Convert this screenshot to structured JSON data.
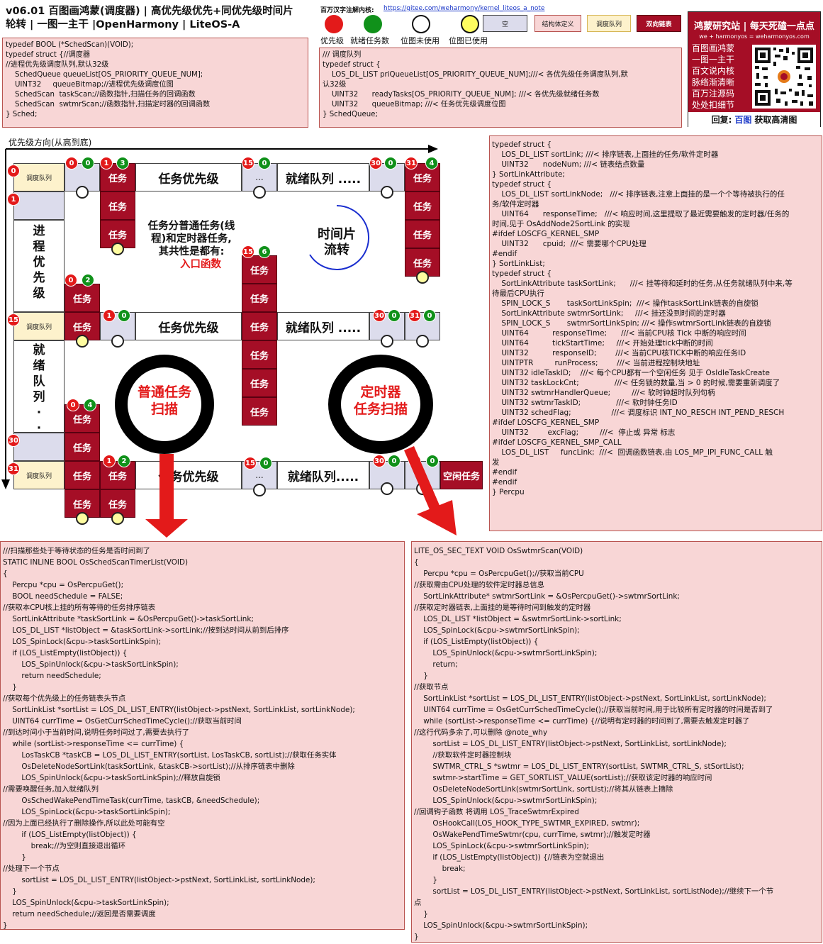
{
  "header": {
    "title_line1": "v06.01 百图画鸿蒙(调度器) | 高优先级优先+同优先级时间片",
    "title_line2": "轮转  | 一图一主干 |OpenHarmony | LiteOS-A",
    "annot_label": "百万汉字注解内核:",
    "annot_url": "https://gitee.com/weharmony/kernel_liteos_a_note"
  },
  "legend": {
    "items": [
      "优先级",
      "就绪任务数",
      "位图未使用",
      "位图已使用"
    ],
    "empty": "空",
    "struct_def": "结构体定义",
    "sched_queue": "调度队列",
    "dlist": "双向链表"
  },
  "site": {
    "title": "鸿蒙研究站 | 每天死磕一点点",
    "sub": "we + harmonyos = weharmonyos.com",
    "lines": [
      "百图画鸿蒙",
      "一图一主干",
      "百文说内核",
      "脉络渐清晰",
      "百万注源码",
      "处处扣细节"
    ],
    "reply_prefix": "回复:",
    "reply_key": "百图",
    "reply_suffix": "获取高清图"
  },
  "code": {
    "sched": "typedef BOOL (*SchedScan)(VOID);\ntypedef struct {//调度器\n//进程优先级调度队列,默认32级\n    SchedQueue queueList[OS_PRIORITY_QUEUE_NUM];\n    UINT32     queueBitmap;//进程优先级调度位图\n    SchedScan  taskScan;//函数指针,扫描任务的回调函数\n    SchedScan  swtmrScan;//函数指针,扫描定时器的回调函数\n} Sched;",
    "schedqueue": "/// 调度队列\ntypedef struct {\n    LOS_DL_LIST priQueueList[OS_PRIORITY_QUEUE_NUM];///< 各优先级任务调度队列,默\n认32级\n    UINT32      readyTasks[OS_PRIORITY_QUEUE_NUM]; ///< 各优先级就绪任务数\n    UINT32      queueBitmap; ///< 任务优先级调度位图\n} SchedQueue;",
    "percpu": "typedef struct {\n    LOS_DL_LIST sortLink; ///< 排序链表,上面挂的任务/软件定时器\n    UINT32      nodeNum; ///< 链表结点数量\n} SortLinkAttribute;\ntypedef struct {\n    LOS_DL_LIST sortLinkNode;   ///< 排序链表,注意上面挂的是一个个等待被执行的任\n务/软件定时器\n    UINT64      responseTime;   ///< 响应时间,这里提取了最近需要触发的定时器/任务的\n时间,见于 OsAddNode2SortLink 的实现\n#ifdef LOSCFG_KERNEL_SMP\n    UINT32      cpuid;  ///< 需要哪个CPU处理\n#endif\n} SortLinkList;\ntypedef struct {\n    SortLinkAttribute taskSortLink;      ///< 挂等待和延时的任务,从任务就绪队列中来,等\n待最后CPU执行\n    SPIN_LOCK_S       taskSortLinkSpin;  ///< 操作taskSortLink链表的自旋锁\n    SortLinkAttribute swtmrSortLink;     ///< 挂还没到时间的定时器\n    SPIN_LOCK_S       swtmrSortLinkSpin; ///< 操作swtmrSortLink链表的自旋锁\n    UINT64          responseTime;      ///< 当前CPU核 Tick 中断的响应时间\n    UINT64          tickStartTime;     ///< 开始处理tick中断的时间\n    UINT32          responseID;        ///< 当前CPU核TICK中断的响应任务ID\n    UINTPTR         runProcess;        ///< 当前进程控制块地址\n    UINT32 idleTaskID;    ///< 每个CPU都有一个空闲任务 见于 OsIdleTaskCreate\n    UINT32 taskLockCnt;               ///< 任务锁的数量,当 > 0 的时候,需要重新调度了\n    UINT32 swtmrHandlerQueue;         ///< 软时钟超时队列句柄\n    UINT32 swtmrTaskID;               ///< 软时钟任务ID\n    UINT32 schedFlag;                 ///< 调度标识 INT_NO_RESCH INT_PEND_RESCH\n#ifdef LOSCFG_KERNEL_SMP\n    UINT32        excFlag;         ///<  停止或 异常 标志\n#ifdef LOSCFG_KERNEL_SMP_CALL\n    LOS_DL_LIST     funcLink;  ///<  回调函数链表,由 LOS_MP_IPI_FUNC_CALL 触\n发\n#endif\n#endif\n} Percpu",
    "scan_timer": "///扫描那些处于等待状态的任务是否时间到了\nSTATIC INLINE BOOL OsSchedScanTimerList(VOID)\n{\n    Percpu *cpu = OsPercpuGet();\n    BOOL needSchedule = FALSE;\n//获取本CPU核上挂的所有等待的任务排序链表\n    SortLinkAttribute *taskSortLink = &OsPercpuGet()->taskSortLink;\n    LOS_DL_LIST *listObject = &taskSortLink->sortLink;//按到达时间从前到后排序\n    LOS_SpinLock(&cpu->taskSortLinkSpin);\n    if (LOS_ListEmpty(listObject)) {\n        LOS_SpinUnlock(&cpu->taskSortLinkSpin);\n        return needSchedule;\n    }\n//获取每个优先级上的任务链表头节点\n    SortLinkList *sortList = LOS_DL_LIST_ENTRY(listObject->pstNext, SortLinkList, sortLinkNode);\n    UINT64 currTime = OsGetCurrSchedTimeCycle();//获取当前时间\n//到达时间小于当前时间,说明任务时间过了,需要去执行了\n    while (sortList->responseTime <= currTime) {\n        LosTaskCB *taskCB = LOS_DL_LIST_ENTRY(sortList, LosTaskCB, sortList);//获取任务实体\n        OsDeleteNodeSortLink(taskSortLink, &taskCB->sortList);//从排序链表中删除\n        LOS_SpinUnlock(&cpu->taskSortLinkSpin);//释放自旋锁\n//需要唤醒任务,加入就绪队列\n        OsSchedWakePendTimeTask(currTime, taskCB, &needSchedule);\n        LOS_SpinLock(&cpu->taskSortLinkSpin);\n//因为上面已经执行了删除操作,所以此处可能有空\n        if (LOS_ListEmpty(listObject)) {\n            break;//为空则直接退出循环\n        }\n//处理下一个节点\n        sortList = LOS_DL_LIST_ENTRY(listObject->pstNext, SortLinkList, sortLinkNode);\n    }\n    LOS_SpinUnlock(&cpu->taskSortLinkSpin);\n    return needSchedule;//返回是否需要调度\n}",
    "swtmr_scan": "LITE_OS_SEC_TEXT VOID OsSwtmrScan(VOID)\n{\n    Percpu *cpu = OsPercpuGet();//获取当前CPU\n//获取需由CPU处理的软件定时器总信息\n    SortLinkAttribute* swtmrSortLink = &OsPercpuGet()->swtmrSortLink;\n//获取定时器链表,上面挂的是等待时间到触发的定时器\n    LOS_DL_LIST *listObject = &swtmrSortLink->sortLink;\n    LOS_SpinLock(&cpu->swtmrSortLinkSpin);\n    if (LOS_ListEmpty(listObject)) {\n        LOS_SpinUnlock(&cpu->swtmrSortLinkSpin);\n        return;\n    }\n//获取节点\n    SortLinkList *sortList = LOS_DL_LIST_ENTRY(listObject->pstNext, SortLinkList, sortLinkNode);\n    UINT64 currTime = OsGetCurrSchedTimeCycle();//获取当前时间,用于比较所有定时器的时间是否到了\n    while (sortList->responseTime <= currTime) {//说明有定时器的时间到了,需要去触发定时器了\n//这行代码多余了,可以删除 @note_why\n        sortList = LOS_DL_LIST_ENTRY(listObject->pstNext, SortLinkList, sortLinkNode);\n        //获取软件定时器控制块\n        SWTMR_CTRL_S *swtmr = LOS_DL_LIST_ENTRY(sortList, SWTMR_CTRL_S, stSortList);\n        swtmr->startTime = GET_SORTLIST_VALUE(sortList);//获取该定时器的响应时间\n        OsDeleteNodeSortLink(swtmrSortLink, sortList);//将其从链表上摘除\n        LOS_SpinUnlock(&cpu->swtmrSortLinkSpin);\n//回调钩子函数 将调用 LOS_TraceSwtmrExpired\n        OsHookCall(LOS_HOOK_TYPE_SWTMR_EXPIRED, swtmr);\n        OsWakePendTimeSwtmr(cpu, currTime, swtmr);//触发定时器\n        LOS_SpinLock(&cpu->swtmrSortLinkSpin);\n        if (LOS_ListEmpty(listObject)) {//链表为空就退出\n            break;\n        }\n        sortList = LOS_DL_LIST_ENTRY(listObject->pstNext, SortLinkList, sortListNode);//继续下一个节\n点\n    }\n    LOS_SpinUnlock(&cpu->swtmrSortLinkSpin);\n}"
  },
  "diagram": {
    "axis_label": "优先级方向(从高到底)",
    "sched_queue": "调度队列",
    "task": "任务",
    "task_priority": "任务优先级",
    "ready_queue": "就绪队列 .....",
    "ready_queue2": "就绪队列.....",
    "idle_task": "空闲任务",
    "ellipsis": "...",
    "process_priority": [
      "进",
      "程",
      "优",
      "先",
      "级"
    ],
    "ready_vertical": [
      "就",
      "绪",
      "队",
      "列",
      "·",
      "·"
    ],
    "note_line1": "任务分普通任务(线",
    "note_line2": "程)和定时器任务,",
    "note_line3": "其共性是都有:",
    "note_entry": "入口函数",
    "timeslice_1": "时间片",
    "timeslice_2": "流转",
    "ring_task_1": "普通任务",
    "ring_task_2": "扫描",
    "ring_timer_1": "定时器",
    "ring_timer_2": "任务扫描",
    "n0": "0",
    "n1": "1",
    "n2": "2",
    "n3": "3",
    "n4": "4",
    "n6": "6",
    "n15": "15",
    "n30": "30",
    "n31": "31"
  },
  "colors": {
    "accent_red": "#e31a1a",
    "green": "#10911a",
    "dark_red": "#a50e26",
    "pink": "#f8d6d6",
    "cream": "#fdf2cc"
  }
}
